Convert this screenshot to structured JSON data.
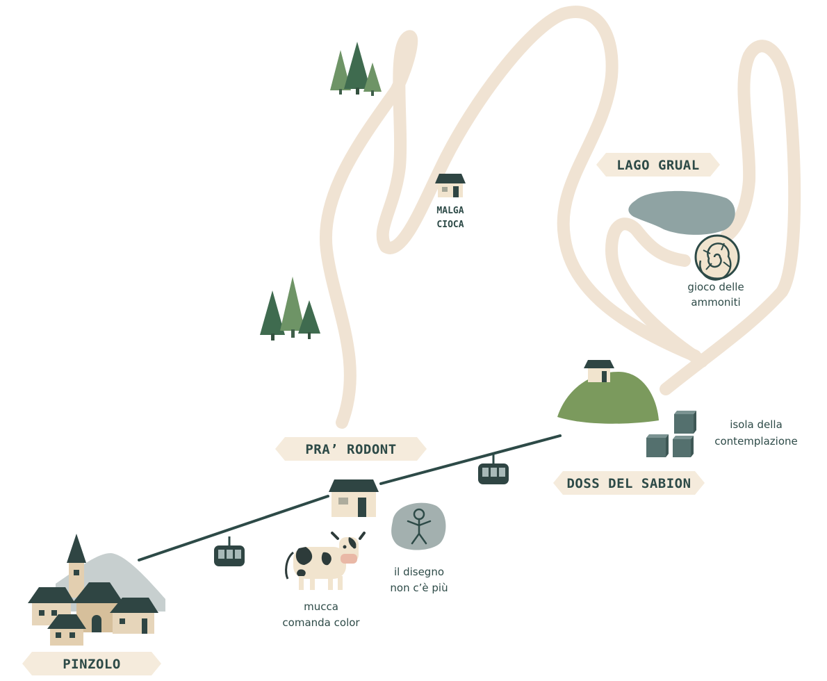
{
  "places": {
    "pinzolo": "PINZOLO",
    "pra_rodont": "PRA’ RODONT",
    "doss_del_sabion": "DOSS DEL SABION",
    "lago_grual": "LAGO GRUAL",
    "malga_cioca": [
      "MALGA",
      "CIOCA"
    ]
  },
  "points_of_interest": {
    "ammoniti": [
      "gioco delle",
      "ammoniti"
    ],
    "contemplazione": [
      "isola della",
      "contemplazione"
    ],
    "mucca": [
      "mucca",
      "comanda color"
    ],
    "disegno": [
      "il disegno",
      "non c’è più"
    ]
  },
  "colors": {
    "trail": "#f0e3d3",
    "banner": "#f5ebdc",
    "ink": "#2d4a47",
    "tree_dark": "#3f6b4f",
    "tree_light": "#6e9466",
    "hill": "#7b9a5d",
    "lake": "#8fa3a3",
    "cube": "#54706e",
    "house_roof": "#2f4543",
    "house_wall": "#f1e4ce"
  },
  "icons": [
    "tree-icon",
    "house-icon",
    "gondola-icon",
    "cow-icon",
    "ammonite-icon",
    "stick-figure-icon",
    "cube-icon",
    "church-icon"
  ]
}
